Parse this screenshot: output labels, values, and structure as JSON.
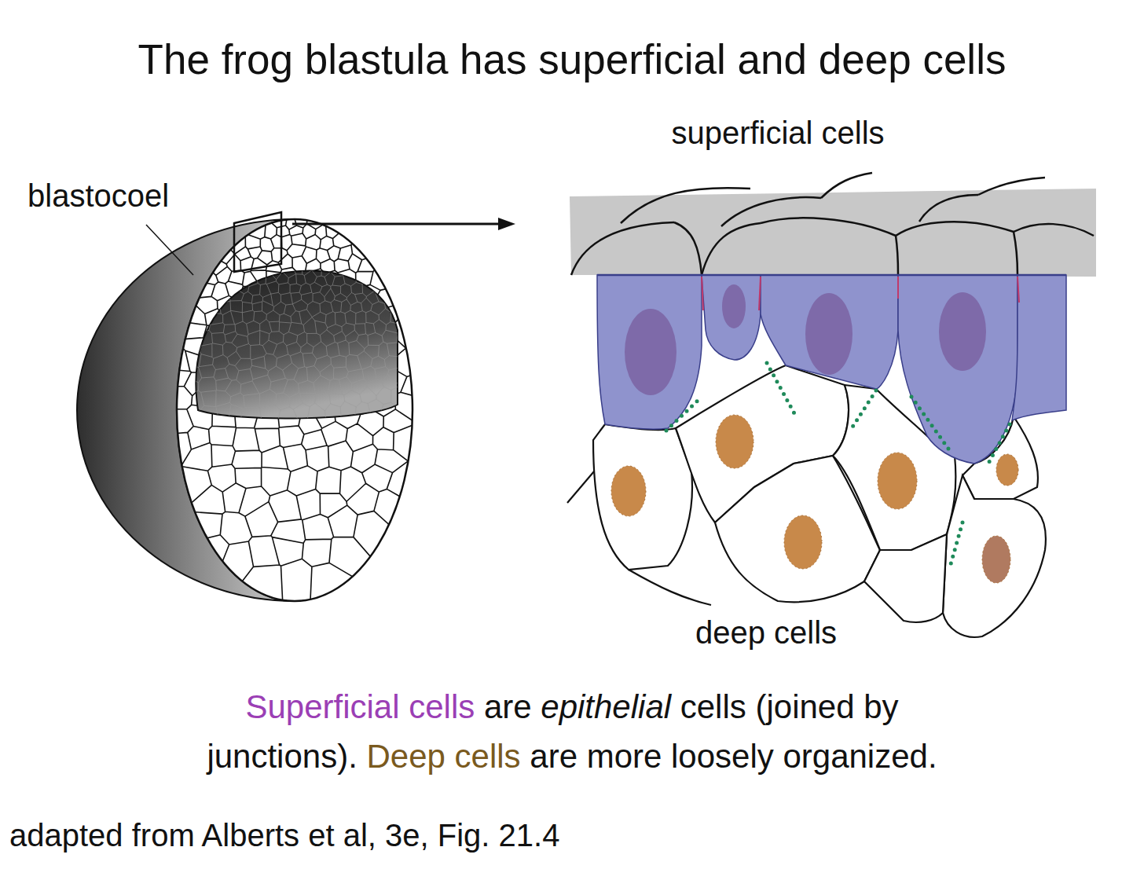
{
  "diagram": {
    "title": "The frog blastula has superficial and deep cells",
    "caption": "Superficial cells are epithelial cells (joined by junctions). Deep cells are more loosely organized.",
    "labels": [
      "blastocoel",
      "superficial cells",
      "deep cells",
      "adapted from Alberts et al, 3e, Fig. 21.4"
    ]
  }
}
